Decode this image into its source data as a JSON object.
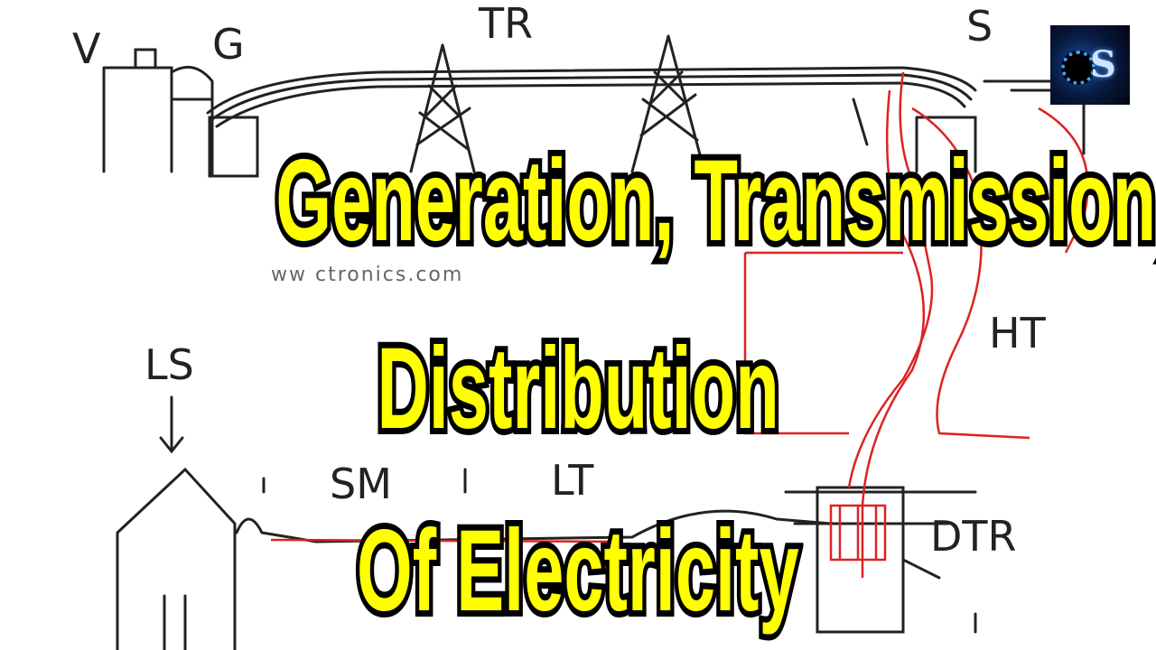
{
  "title": {
    "line1": "Generation, Transmission,",
    "line2": "Distribution",
    "line3": "Of Electricity"
  },
  "sketch_labels": {
    "v_left": "V",
    "g": "G",
    "tr": "TR",
    "s": "S",
    "ht": "HT",
    "ls": "LS",
    "sm": "SM",
    "lt": "LT",
    "dtr": "DTR"
  },
  "watermark": "ww          ctronics.com",
  "logo": {
    "letter": "S"
  },
  "colors": {
    "title_fill": "#ffff00",
    "title_outline": "#000000",
    "ht_wire": "#dd2222"
  }
}
